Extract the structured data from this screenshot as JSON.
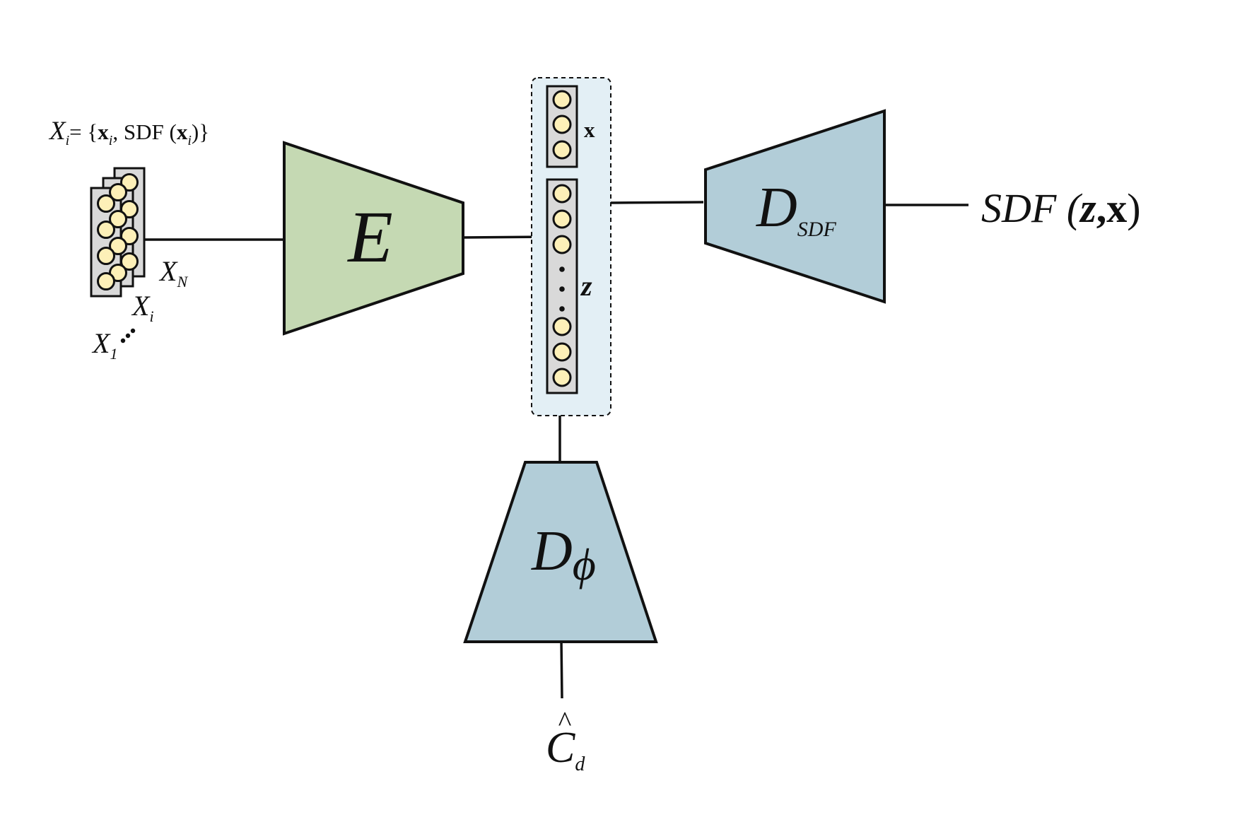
{
  "colors": {
    "encoder_fill": "#c5d9b3",
    "decoder_fill": "#b2cdd8",
    "latent_group_fill": "#e3eff5",
    "vector_fill": "#d9d9d9",
    "neuron_fill": "#fdf0b8",
    "stroke": "#111111"
  },
  "input": {
    "definition": {
      "lhs": "X",
      "lhs_sub": "i",
      "eq": "= {",
      "x1": "x",
      "x1_sub": "i",
      "mid": ", SDF (",
      "x2": "x",
      "x2_sub": "i",
      "close": ")}"
    },
    "label_n": {
      "main": "X",
      "sub": "N"
    },
    "label_i": {
      "main": "X",
      "sub": "i"
    },
    "label_1": {
      "main": "X",
      "sub": "1"
    }
  },
  "encoder": {
    "label": "E"
  },
  "latent": {
    "x_label": "x",
    "z_label": "z"
  },
  "sdf_decoder": {
    "label": "D",
    "sub": "SDF"
  },
  "output": {
    "prefix": "SDF (",
    "z": "z",
    "comma": ",",
    "x": "x",
    "close": ")"
  },
  "phi_decoder": {
    "label": "D",
    "sub": "ϕ"
  },
  "condition": {
    "hat": "^",
    "main": "C",
    "sub": "d"
  }
}
